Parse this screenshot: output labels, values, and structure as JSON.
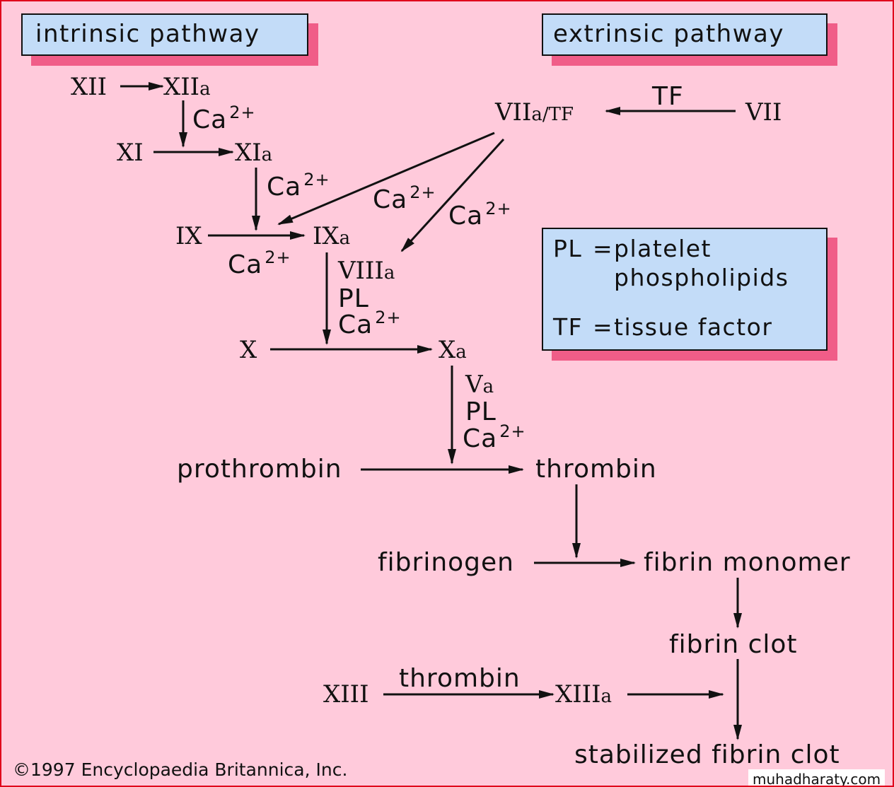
{
  "boxes": {
    "intrinsic": "intrinsic pathway",
    "extrinsic": "extrinsic pathway"
  },
  "legend": {
    "pl_key": "PL",
    "pl_eq": "=",
    "pl_line1": "platelet",
    "pl_line2": "phospholipids",
    "tf_key": "TF",
    "tf_eq": "=",
    "tf_def": "tissue factor"
  },
  "factors": {
    "xii": "XII",
    "xiia_base": "XII",
    "xiia_suffix": "a",
    "xi": "XI",
    "xia_base": "XI",
    "xia_suffix": "a",
    "ix": "IX",
    "ixa_base": "IX",
    "ixa_suffix": "a",
    "viiia_base": "VIII",
    "viiia_suffix": "a",
    "x": "X",
    "xa_base": "X",
    "xa_suffix": "a",
    "va_base": "V",
    "va_suffix": "a",
    "viia_tf_base": "VII",
    "viia_tf_suffix": "a/TF",
    "vii": "VII",
    "xiii": "XIII",
    "xiiia_base": "XIII",
    "xiiia_suffix": "a"
  },
  "cofactors": {
    "ca": "Ca",
    "charge": "2+",
    "pl": "PL",
    "tf": "TF",
    "thrombin": "thrombin"
  },
  "products": {
    "prothrombin": "prothrombin",
    "thrombin": "thrombin",
    "fibrinogen": "fibrinogen",
    "fibrin_monomer": "fibrin monomer",
    "fibrin_clot": "fibrin clot",
    "stabilized": "stabilized fibrin clot"
  },
  "footer": {
    "copyright": "©1997 Encyclopaedia Britannica, Inc.",
    "watermark": "muhadharaty.com"
  },
  "colors": {
    "background": "#ffcadb",
    "box_fill": "#c3dcf8",
    "box_shadow": "#f05d88",
    "border": "#e0001b"
  }
}
